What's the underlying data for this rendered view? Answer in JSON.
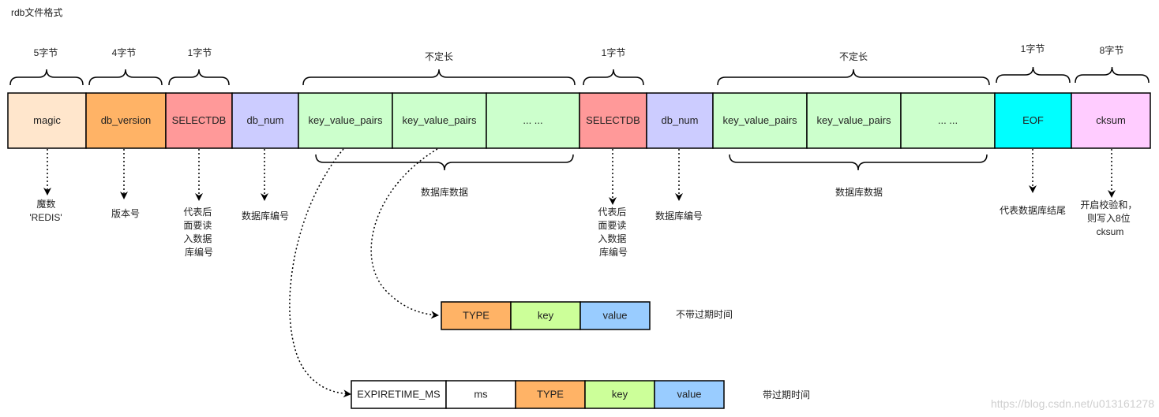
{
  "title": "rdb文件格式",
  "colors": {
    "magic": "#ffe6cc",
    "db_version": "#ffb366",
    "selectdb": "#ff9999",
    "db_num": "#ccccff",
    "kv": "#ccffcc",
    "eof": "#00ffff",
    "cksum": "#ffccff",
    "type": "#ffb366",
    "key": "#ccff99",
    "value": "#99ccff",
    "plain": "#ffffff"
  },
  "top_row": [
    {
      "label": "magic",
      "color": "magic"
    },
    {
      "label": "db_version",
      "color": "db_version"
    },
    {
      "label": "SELECTDB",
      "color": "selectdb"
    },
    {
      "label": "db_num",
      "color": "db_num"
    },
    {
      "label": "key_value_pairs",
      "color": "kv"
    },
    {
      "label": "key_value_pairs",
      "color": "kv"
    },
    {
      "label": "... ...",
      "color": "kv"
    },
    {
      "label": "SELECTDB",
      "color": "selectdb"
    },
    {
      "label": "db_num",
      "color": "db_num"
    },
    {
      "label": "key_value_pairs",
      "color": "kv"
    },
    {
      "label": "key_value_pairs",
      "color": "kv"
    },
    {
      "label": "... ...",
      "color": "kv"
    },
    {
      "label": "EOF",
      "color": "eof"
    },
    {
      "label": "cksum",
      "color": "cksum"
    }
  ],
  "size_labels": [
    "5字节",
    "4字节",
    "1字节",
    "不定长",
    "1字节",
    "不定长",
    "1字节",
    "8字节"
  ],
  "descriptions": [
    [
      "魔数",
      "'REDIS'"
    ],
    [
      "版本号"
    ],
    [
      "代表后",
      "面要读",
      "入数据",
      "库编号"
    ],
    [
      "数据库编号"
    ],
    [
      "代表后",
      "面要读",
      "入数据",
      "库编号"
    ],
    [
      "数据库编号"
    ],
    [
      "代表数据库结尾"
    ],
    [
      "开启校验和，",
      "则写入8位",
      "cksum"
    ]
  ],
  "db_data_labels": [
    "数据库数据",
    "数据库数据"
  ],
  "no_expire_row": [
    {
      "label": "TYPE",
      "color": "type"
    },
    {
      "label": "key",
      "color": "key"
    },
    {
      "label": "value",
      "color": "value"
    }
  ],
  "no_expire_label": "不带过期时间",
  "expire_row": [
    {
      "label": "EXPIRETIME_MS",
      "color": "plain"
    },
    {
      "label": "ms",
      "color": "plain"
    },
    {
      "label": "TYPE",
      "color": "type"
    },
    {
      "label": "key",
      "color": "key"
    },
    {
      "label": "value",
      "color": "value"
    }
  ],
  "expire_label": "带过期时间",
  "watermark": "https://blog.csdn.net/u013161278"
}
